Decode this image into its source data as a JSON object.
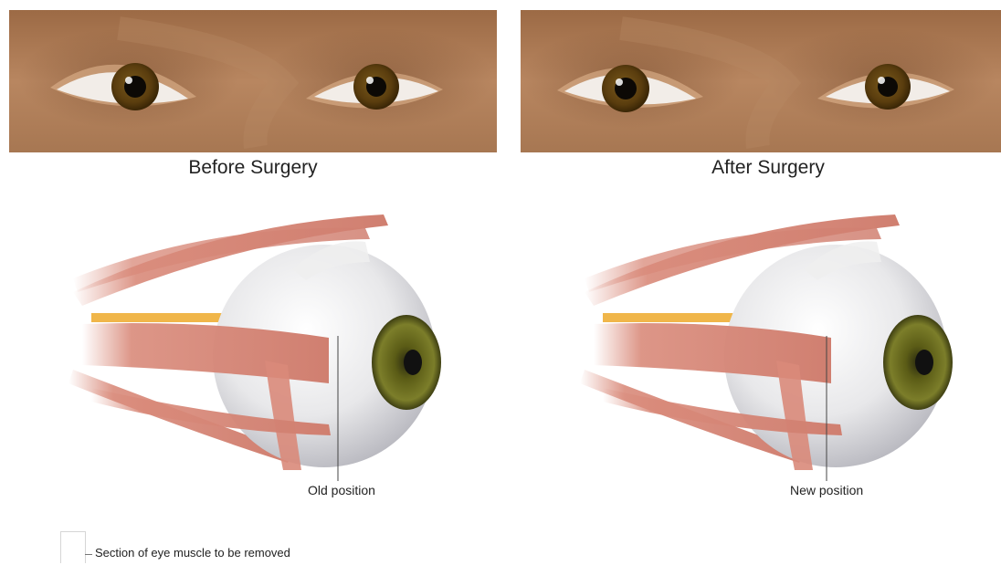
{
  "captions": {
    "before": "Before Surgery",
    "after": "After Surgery"
  },
  "labels": {
    "old_position": "Old position",
    "new_position": "New position"
  },
  "legend": {
    "text": "Section of eye muscle to be removed"
  },
  "colors": {
    "skin": "#a8754f",
    "iris": "#5a3d12",
    "muscle": "#d98a7a",
    "sclera": "#f2f2f2",
    "optic_nerve": "#f0b64a",
    "eyeball_iris": "#6b6a1e"
  }
}
